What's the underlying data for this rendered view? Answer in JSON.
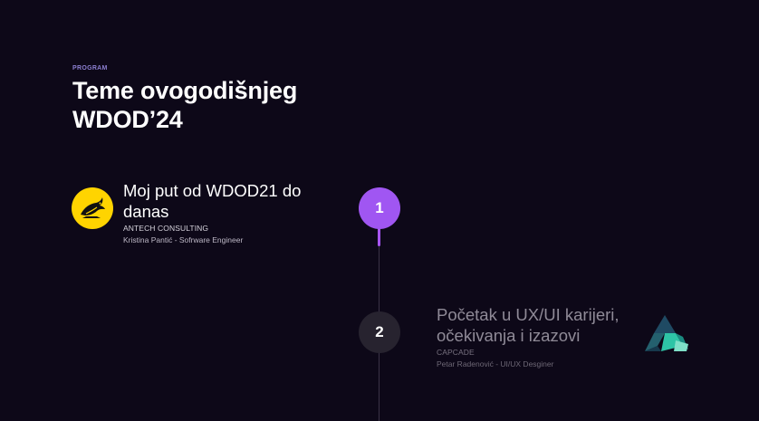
{
  "section": {
    "eyebrow": "PROGRAM",
    "heading": "Teme ovogodišnjeg WDOD’24"
  },
  "talks": [
    {
      "step": "1",
      "title": "Moj put od WDOD21 do danas",
      "company": "ANTECH CONSULTING",
      "speaker": "Kristina Pantić - Sofrware Engineer",
      "logo_icon": "dragon-logo-icon",
      "state": "active"
    },
    {
      "step": "2",
      "title": "Početak u UX/UI karijeri, očekivanja i izazovi",
      "company": "CAPCADE",
      "speaker": "Petar Radenović - UI/UX Desginer",
      "logo_icon": "capcade-logo-icon",
      "state": "inactive"
    }
  ],
  "colors": {
    "background": "#0d0818",
    "accent": "#a056f2",
    "eyebrow": "#8c7fd1",
    "logo_yellow": "#ffd400",
    "capcade_teal": "#2ec4a6",
    "capcade_dark": "#1f4a63"
  }
}
